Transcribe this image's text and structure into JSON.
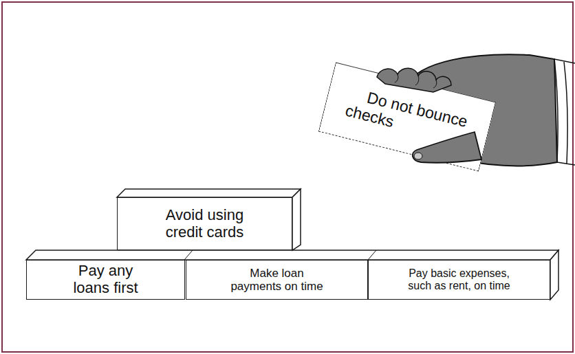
{
  "diagram": {
    "nodes": [
      {
        "text": [
          "Do not bounce checks"
        ]
      },
      {
        "text": [
          "Avoid using credit cards"
        ]
      },
      {
        "text": [
          "Pay any loans first"
        ]
      },
      {
        "text": [
          "Make loan payments on time"
        ]
      },
      {
        "text": [
          "Pay basic expenses, such as rent, on time"
        ]
      }
    ]
  }
}
